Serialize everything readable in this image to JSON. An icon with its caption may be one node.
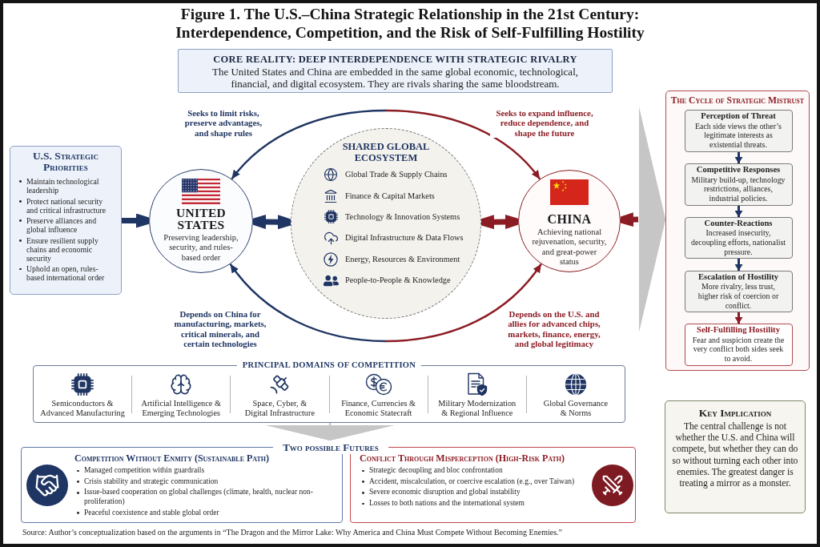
{
  "diagram": {
    "title": "Figure 1. The U.S.–China Strategic Relationship in the 21st Century: Interdependence, Competition, and the Risk of Self-Fulfilling Hostility",
    "caption": "Source: Author’s conceptualization based on the arguments in “The Dragon and the Mirror Lake: Why America and China Must Compete Without Becoming Enemies.”",
    "nodes": [
      {
        "text": [
          "CORE REALITY: DEEP INTERDEPENDENCE WITH STRATEGIC RIVALRY",
          "The United States and China are embedded in the same global economic, technological, financial, and digital ecosystem. They are rivals sharing the same bloodstream."
        ]
      },
      {
        "text": [
          "U.S. Strategic Priorities",
          "Maintain technological leadership",
          "Protect national security and critical infrastructure",
          "Preserve alliances and global influence",
          "Ensure resilient supply chains and economic security",
          "Uphold an open, rules-based international order"
        ]
      },
      {
        "text": [
          "UNITED STATES",
          "Preserving leadership, security, and rules-based order"
        ]
      },
      {
        "text": [
          "SHARED GLOBAL ECOSYSTEM",
          "Global Trade & Supply Chains",
          "Finance & Capital Markets",
          "Technology & Innovation Systems",
          "Digital Infrastructure & Data Flows",
          "Energy, Resources & Environment",
          "People-to-People & Knowledge"
        ]
      },
      {
        "text": [
          "CHINA",
          "Achieving national rejuvenation, security, and great-power status"
        ]
      },
      {
        "text": [
          "The Cycle of Strategic Mistrust"
        ]
      },
      {
        "text": [
          "Perception of Threat",
          "Each side views the other’s legitimate interests as existential threats."
        ],
        "in": 5
      },
      {
        "text": [
          "Competitive Responses",
          "Military build-up, technology restrictions, alliances, industrial policies."
        ],
        "in": 5
      },
      {
        "text": [
          "Counter-Reactions",
          "Increased insecurity, decoupling efforts, nationalist pressure."
        ],
        "in": 5
      },
      {
        "text": [
          "Escalation of Hostility",
          "More rivalry, less trust, higher risk of coercion or conflict."
        ],
        "in": 5
      },
      {
        "text": [
          "Self-Fulfilling Hostility",
          "Fear and suspicion create the very conflict both sides seek to avoid."
        ],
        "in": 5
      },
      {
        "text": [
          "PRINCIPAL DOMAINS OF COMPETITION",
          "Semiconductors & Advanced Manufacturing",
          "Artificial Intelligence & Emerging Technologies",
          "Space, Cyber, & Digital Infrastructure",
          "Finance, Currencies & Economic Statecraft",
          "Military Modernization & Regional Influence",
          "Global Governance & Norms"
        ]
      },
      {
        "text": [
          "Two possible Futures"
        ]
      },
      {
        "text": [
          "Competition Without Enmity (Sustainable Path)",
          "Managed competition within guardrails",
          "Crisis stability and strategic communication",
          "Issue-based cooperation on global challenges (climate, health, nuclear non-proliferation)",
          "Peaceful coexistence and stable global order"
        ]
      },
      {
        "text": [
          "Conflict Through Misperception (High-Risk Path)",
          "Strategic decoupling and bloc confrontation",
          "Accident, miscalculation, or coercive escalation (e.g., over Taiwan)",
          "Severe economic disruption and global instability",
          "Losses to both nations and the international system"
        ]
      },
      {
        "text": [
          "Key Implication",
          "The central challenge is not whether the U.S. and China will compete, but whether they can do so without turning each other into enemies. The greatest danger is treating a mirror as a monster."
        ]
      }
    ],
    "edges": [
      {
        "from": 1,
        "to": 2,
        "arrow": "to",
        "style": "thick"
      },
      {
        "from": 2,
        "to": 3,
        "arrow": "both",
        "style": "thick"
      },
      {
        "from": 3,
        "to": 4,
        "arrow": "both",
        "style": "thick",
        "color": "#8c1c24"
      },
      {
        "from": null,
        "to": 4,
        "arrow": "to",
        "style": "thick",
        "color": "#8c1c24"
      },
      {
        "from": null,
        "to": 5,
        "arrow": "to",
        "color": "#c6c6c6"
      },
      {
        "from": null,
        "to": 2,
        "arrow": "to",
        "label": "Seeks to limit risks, preserve advantages, and shape rules"
      },
      {
        "from": null,
        "to": 4,
        "arrow": "to",
        "label": "Seeks to expand influence, reduce dependence, and shape the future",
        "color": "#8c1c24"
      },
      {
        "from": null,
        "to": 2,
        "arrow": "to",
        "label": "Depends on China for manufacturing, markets, critical minerals, and certain technologies"
      },
      {
        "from": null,
        "to": 4,
        "arrow": "to",
        "label": "Depends on the U.S. and allies for advanced chips, markets, finance, energy, and global legitimacy",
        "color": "#8c1c24"
      },
      {
        "from": 6,
        "to": 7,
        "arrow": "to"
      },
      {
        "from": 7,
        "to": 8,
        "arrow": "to"
      },
      {
        "from": 8,
        "to": 9,
        "arrow": "to"
      },
      {
        "from": 9,
        "to": 10,
        "arrow": "to",
        "color": "#8c1c24"
      },
      {
        "from": 11,
        "to": 12,
        "arrow": "to",
        "color": "#c6c6c6"
      }
    ]
  }
}
